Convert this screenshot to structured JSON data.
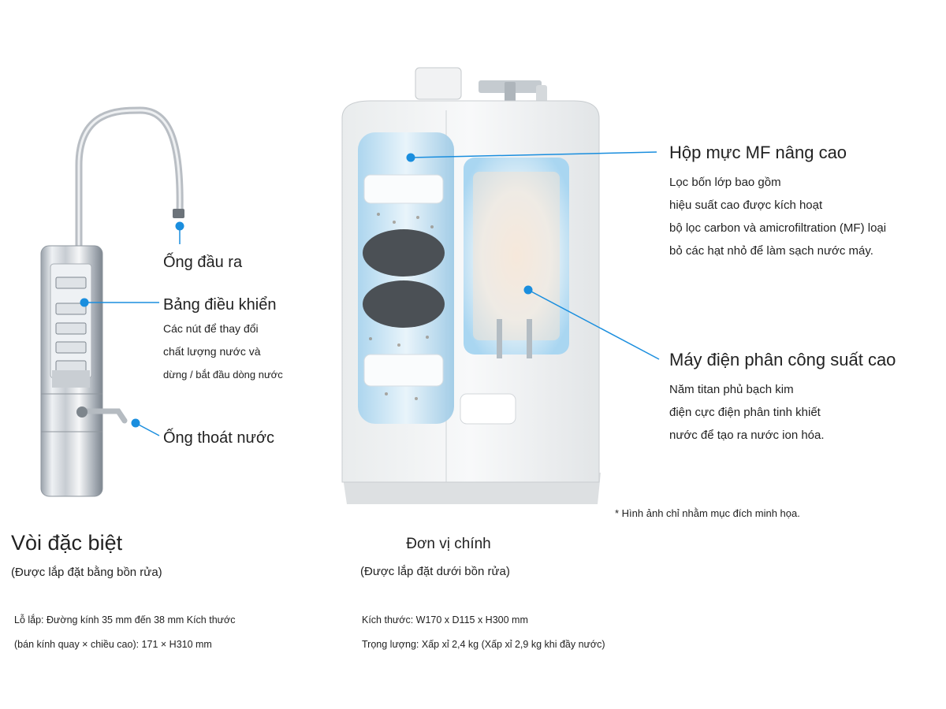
{
  "faucet": {
    "outlet": {
      "title": "Ống đầu ra"
    },
    "control_panel": {
      "title": "Bảng điều khiển",
      "lines": [
        "Các nút để thay đổi",
        "chất lượng nước và",
        "dừng / bắt đầu dòng nước"
      ]
    },
    "drain": {
      "title": "Ống thoát nước"
    },
    "heading": "Vòi đặc biệt",
    "subheading": "(Được lắp đặt bằng bồn rửa)",
    "specs": [
      "Lỗ lắp: Đường kính 35 mm đến 38 mm Kích thước",
      "(bán kính quay × chiều cao): 171 × H310 mm"
    ]
  },
  "main_unit": {
    "cartridge": {
      "title": "Hộp mực MF nâng cao",
      "lines": [
        "Lọc bốn lớp bao gồm",
        "hiệu suất cao được kích hoạt",
        "bộ lọc carbon và amicrofiltration (MF) loại",
        "bỏ các hạt nhỏ để làm sạch nước máy."
      ]
    },
    "electrolyzer": {
      "title": "Máy điện phân công suất cao",
      "lines": [
        "Năm titan phủ bạch kim",
        "điện cực điện phân tinh khiết",
        "nước để tạo ra nước ion hóa."
      ]
    },
    "heading": "Đơn vị chính",
    "subheading": "(Được lắp đặt dưới bồn rửa)",
    "specs": [
      "Kích thước: W170 x D115 x H300 mm",
      "Trọng lượng: Xấp xỉ 2,4 kg (Xấp xỉ 2,9 kg khi đầy nước)"
    ]
  },
  "disclaimer": "* Hình ảnh chỉ nhằm mục đích minh họa.",
  "colors": {
    "accent": "#1a8ede"
  }
}
